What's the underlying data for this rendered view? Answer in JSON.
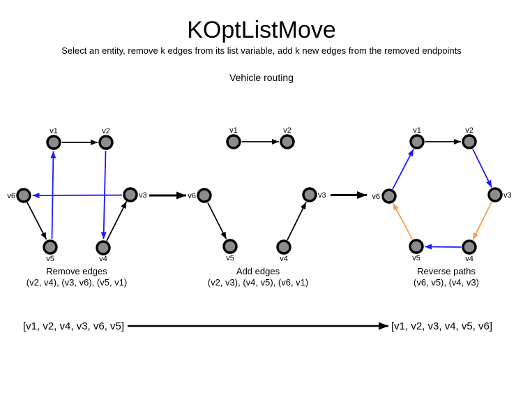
{
  "header": {
    "title": "KOptListMove",
    "subtitle": "Select an entity, remove k edges from its list variable, add k new edges from the removed endpoints",
    "scenario": "Vehicle routing"
  },
  "node_labels": {
    "v1": "v1",
    "v2": "v2",
    "v3": "v3",
    "v4": "v4",
    "v5": "v5",
    "v6": "v6"
  },
  "graphs": [
    {
      "caption": "Remove edges",
      "detail": "(v2, v4), (v3, v6), (v5, v1)"
    },
    {
      "caption": "Add edges",
      "detail": "(v2, v3), (v4, v5), (v6, v1)"
    },
    {
      "caption": "Reverse paths",
      "detail": "(v6, v5), (v4, v3)"
    }
  ],
  "footer": {
    "before_list": "[v1, v2, v4, v3, v6, v5]",
    "after_list": "[v1, v2, v3, v4, v5, v6]"
  },
  "colors": {
    "edge_default": "#000000",
    "edge_new": "#1a1aff",
    "edge_reversed": "#f59e4d",
    "node_fill": "#8c8c8c",
    "node_stroke": "#000000"
  }
}
